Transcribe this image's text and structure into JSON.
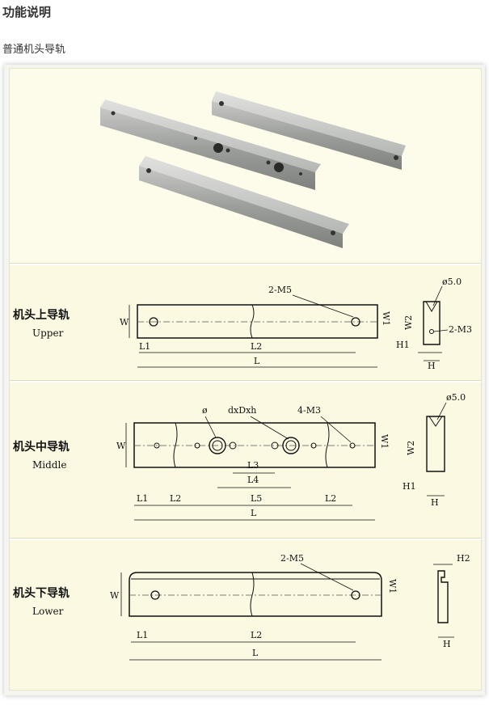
{
  "header": {
    "title": "功能说明",
    "subtitle": "普通机头导轨"
  },
  "upper": {
    "name_cn": "机头上导轨",
    "name_en": "Upper",
    "holes": "2-M5",
    "w": "W",
    "w1": "W1",
    "l1": "L1",
    "l2": "L2",
    "l": "L",
    "side": {
      "w2": "W2",
      "h1": "H1",
      "h": "H",
      "phi": "ø5.0",
      "m3": "2-M3"
    }
  },
  "middle": {
    "name_cn": "机头中导轨",
    "name_en": "Middle",
    "phi": "ø",
    "dxdxh": "dxDxh",
    "holes": "4-M3",
    "w": "W",
    "w1": "W1",
    "l1": "L1",
    "l2": "L2",
    "l3": "L3",
    "l4": "L4",
    "l5": "L5",
    "l2b": "L2",
    "l": "L",
    "side": {
      "w2": "W2",
      "h1": "H1",
      "h": "H",
      "phi": "ø5.0"
    }
  },
  "lower": {
    "name_cn": "机头下导轨",
    "name_en": "Lower",
    "holes": "2-M5",
    "w": "W",
    "w1": "W1",
    "l1": "L1",
    "l2": "L2",
    "l": "L",
    "side": {
      "h2": "H2",
      "h": "H"
    }
  }
}
